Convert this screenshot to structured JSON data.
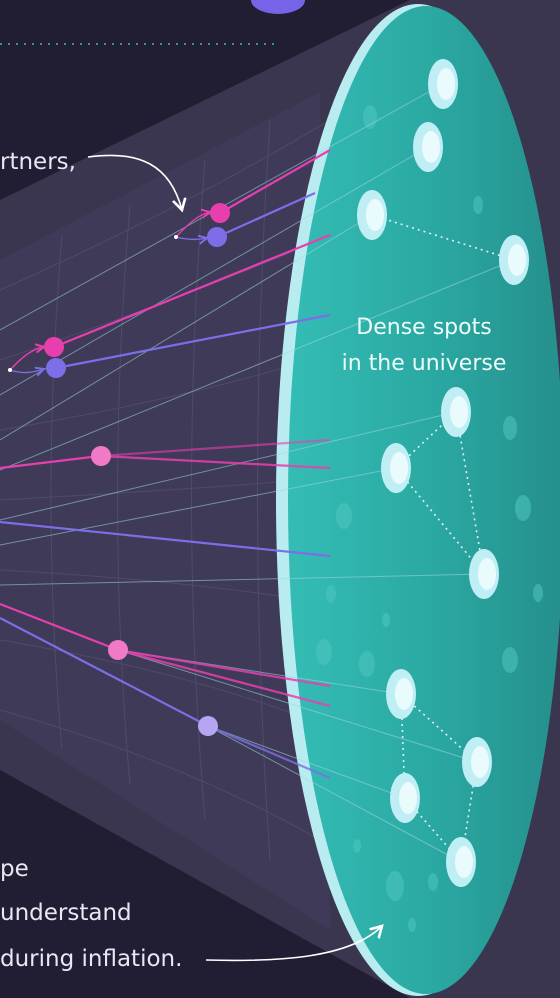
{
  "labels": {
    "partners_fragment": "rtners,",
    "dense_line1": "Dense spots",
    "dense_line2": "in the universe",
    "bottom_line1": "pe",
    "bottom_line2": "understand",
    "bottom_line3": "during inflation."
  },
  "colors": {
    "background": "#211e34",
    "cone": "#3a3650",
    "disc": "#2fb2ac",
    "disc_rim": "#b9ecf0",
    "magenta": "#e83fae",
    "violet": "#7d6ee8",
    "pink": "#f07ac8",
    "lavender": "#b6a6f2",
    "dot_line": "#2f9a93",
    "spot": "#d8f6fb"
  }
}
